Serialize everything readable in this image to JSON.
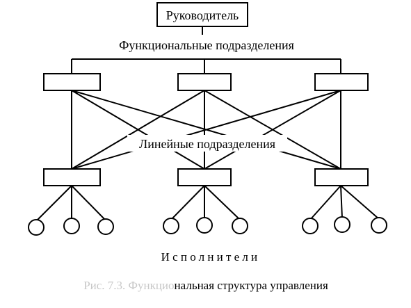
{
  "diagram": {
    "head_label": "Руководитель",
    "functional_label": "Функциональные подразделения",
    "linear_label": "Линейные подразделения",
    "executors_label": "Исполнители",
    "caption_faded": "Рис. 7.3. Функцио",
    "caption_main": "нальная структура управления"
  },
  "colors": {
    "lines": "#000000",
    "background": "#ffffff",
    "faded_text": "#c8c8c8"
  }
}
